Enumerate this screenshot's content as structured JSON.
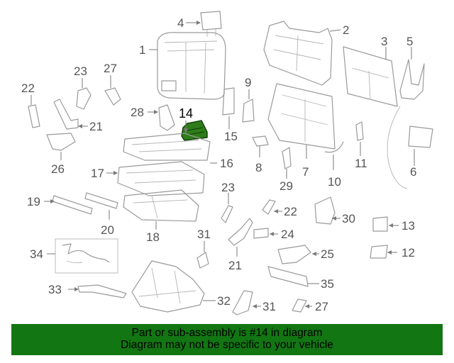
{
  "diagram": {
    "highlighted_part": "14",
    "callouts": {
      "c1": "1",
      "c2": "2",
      "c3": "3",
      "c4": "4",
      "c5": "5",
      "c6": "6",
      "c7": "7",
      "c8": "8",
      "c9": "9",
      "c10": "10",
      "c11": "11",
      "c12": "12",
      "c13": "13",
      "c14": "14",
      "c15": "15",
      "c16": "16",
      "c17": "17",
      "c18": "18",
      "c19": "19",
      "c20": "20",
      "c21a": "21",
      "c21b": "21",
      "c22a": "22",
      "c22b": "22",
      "c23a": "23",
      "c23b": "23",
      "c24": "24",
      "c25": "25",
      "c26": "26",
      "c27a": "27",
      "c27b": "27",
      "c28": "28",
      "c29": "29",
      "c30": "30",
      "c31a": "31",
      "c31b": "31",
      "c32": "32",
      "c33": "33",
      "c34": "34",
      "c35": "35"
    },
    "colors": {
      "line": "#9a9a9a",
      "highlight": "#2e7d1a",
      "banner": "#127612"
    }
  },
  "footer": {
    "line1": "Part or sub-assembly is #14 in diagram",
    "line2": "Diagram may not be specific to your vehicle"
  }
}
